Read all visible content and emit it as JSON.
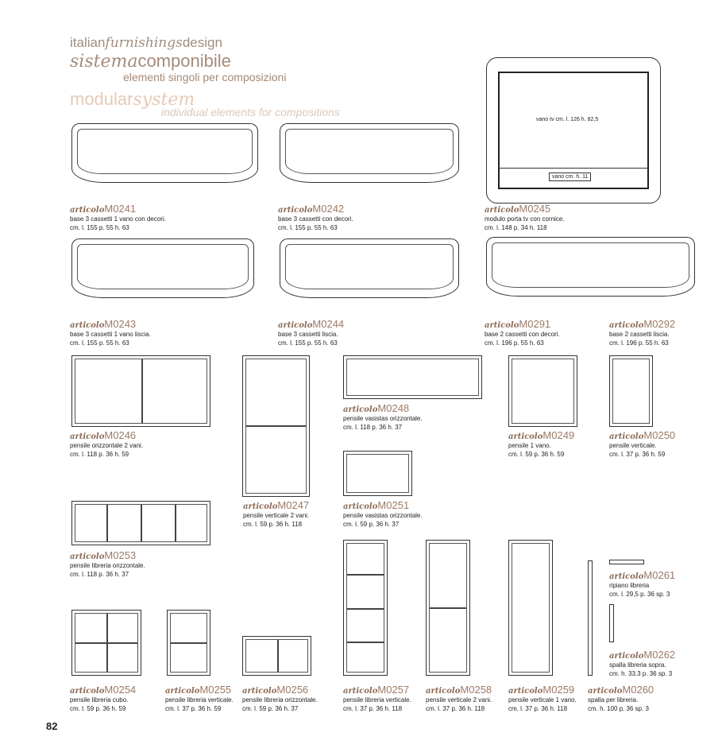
{
  "header": {
    "line1_a": "italian",
    "line1_b": "furnishings",
    "line1_c": "design",
    "line2_a": "sistema",
    "line2_b": "componibile",
    "line3": "elementi singoli per composizioni",
    "line4_a": "modular",
    "line4_b": "system",
    "line5": "individual elements for compositions"
  },
  "article_prefix": "articolo",
  "tv_labels": {
    "vano_tv": "vano tv cm. l. 126 h. 82,5",
    "vano": "vano cm. h. 11"
  },
  "items": [
    {
      "code": "M0241",
      "desc": "base 3 cassetti 1 vano con decori.",
      "dims": "cm. l. 155 p. 55 h. 63"
    },
    {
      "code": "M0242",
      "desc": "base 3 cassetti con decori.",
      "dims": "cm. l. 155 p. 55 h. 63"
    },
    {
      "code": "M0245",
      "desc": "modulo porta tv con cornice.",
      "dims": "cm. l. 148 p. 34 h. 118"
    },
    {
      "code": "M0243",
      "desc": "base 3 cassetti 1 vano liscia.",
      "dims": "cm. l. 155 p. 55 h. 63"
    },
    {
      "code": "M0244",
      "desc": "base 3 cassetti liscia.",
      "dims": "cm. l. 155 p. 55 h. 63"
    },
    {
      "code": "M0291",
      "desc": "base 2 cassetti con decori.",
      "dims": "cm. l. 196 p. 55 h. 63"
    },
    {
      "code": "M0292",
      "desc": "base 2 cassetti liscia.",
      "dims": "cm. l. 196 p. 55 h. 63"
    },
    {
      "code": "M0246",
      "desc": "pensile orizzontale 2 vani.",
      "dims": "cm. l. 118 p. 36 h. 59"
    },
    {
      "code": "M0248",
      "desc": "pensile vasistas orizzontale.",
      "dims": "cm. l. 118 p. 36 h. 37"
    },
    {
      "code": "M0249",
      "desc": "pensile 1 vano.",
      "dims": "cm. l. 59 p. 36 h. 59"
    },
    {
      "code": "M0250",
      "desc": "pensile verticale.",
      "dims": "cm. l. 37 p. 36 h. 59"
    },
    {
      "code": "M0247",
      "desc": "pensile verticale 2 vani.",
      "dims": "cm. l. 59 p. 36 h. 118"
    },
    {
      "code": "M0251",
      "desc": "pensile vasistas orizzontale.",
      "dims": "cm. l. 59 p. 36 h. 37"
    },
    {
      "code": "M0253",
      "desc": "pensile libreria orizzontale.",
      "dims": "cm. l. 118 p. 36 h. 37"
    },
    {
      "code": "M0261",
      "desc": "ripiano libreria",
      "dims": "cm. l. 29,5 p. 36 sp. 3"
    },
    {
      "code": "M0262",
      "desc": "spalla libreria sopra.",
      "dims": "cm. h. 33.3 p. 36 sp. 3"
    },
    {
      "code": "M0254",
      "desc": "pensile libreria cubo.",
      "dims": "cm. l. 59 p. 36 h. 59"
    },
    {
      "code": "M0255",
      "desc": "pensile libreria verticale.",
      "dims": "cm. l. 37 p. 36 h. 59"
    },
    {
      "code": "M0256",
      "desc": "pensile libreria orizzontale.",
      "dims": "cm. l. 59 p. 36 h. 37"
    },
    {
      "code": "M0257",
      "desc": "pensile libreria verticale.",
      "dims": "cm. l. 37 p. 36 h. 118"
    },
    {
      "code": "M0258",
      "desc": "pensile verticale 2 vani.",
      "dims": "cm. l. 37 p. 36 h. 118"
    },
    {
      "code": "M0259",
      "desc": "pensile verticale 1 vano.",
      "dims": "cm. l. 37 p. 36 h. 118"
    },
    {
      "code": "M0260",
      "desc": "spalla per libreria.",
      "dims": "cm. h. 100 p. 36 sp. 3"
    }
  ],
  "page_number": "82"
}
